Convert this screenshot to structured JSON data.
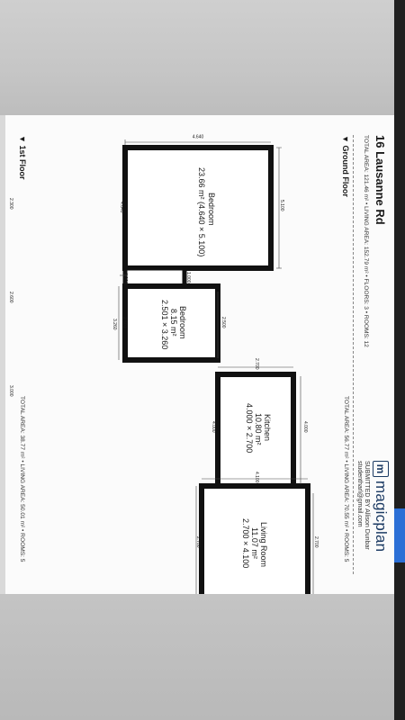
{
  "document": {
    "title": "16 Lausanne Rd",
    "total_stats": "TOTAL AREA: 121.46 m² • LIVING AREA: 152.79 m² • FLOORS: 3 • ROOMS: 12",
    "brand": {
      "logo_letter": "m",
      "name": "magicplan",
      "submitted_by": "SUBMITTED BY Allison Dunbar",
      "email": "studentharl@gmail.com"
    }
  },
  "floors": [
    {
      "label": "Ground Floor",
      "stats": "TOTAL AREA: 56.77 m² • LIVING AREA: 70.55 m² • ROOMS: 5"
    },
    {
      "label": "1st Floor",
      "stats": "TOTAL AREA: 38.77 m² • LIVING AREA: 50.01 m² • ROOMS: 5"
    }
  ],
  "rooms": [
    {
      "name": "Bedroom",
      "area": "23.66 m² (4.640 × 5.100)"
    },
    {
      "name": "Bedroom",
      "area": "8.15 m²",
      "size": "2.501 × 3.260"
    },
    {
      "name": "Kitchen",
      "area": "10.80 m²",
      "size": "4.000 × 2.700"
    },
    {
      "name": "Living Room",
      "area": "11.07 m²",
      "size": "2.700 × 4.100"
    }
  ],
  "dimensions": {
    "d1": "5.100",
    "d2": "4.640",
    "d3": "4.640",
    "d4": "1.001",
    "d5": "1.000",
    "d6": "2.501",
    "d7": "2.500",
    "d8": "3.260",
    "d9": "2.700",
    "d10": "4.000",
    "d11": "4.000",
    "d12": "2.700",
    "d13": "2.700",
    "d14": "4.100",
    "d15": "2.300",
    "d16": "2.600",
    "d17": "3.000"
  },
  "colors": {
    "wall": "#111111",
    "brand": "#1b3a63",
    "screen_tab": "#2b6fd6"
  }
}
